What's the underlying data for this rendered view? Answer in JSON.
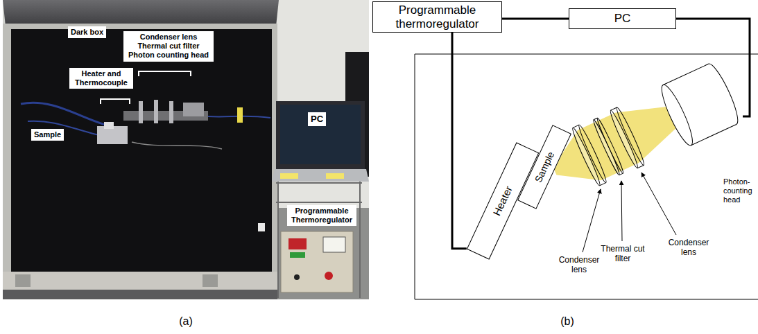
{
  "diagram": {
    "nodes": [
      {
        "text": [
          "Dark box"
        ]
      },
      {
        "text": [
          "Condenser lens Thermal cut filter Photon counting head"
        ]
      },
      {
        "text": [
          "Heater and Thermocouple"
        ]
      },
      {
        "text": [
          "PC"
        ]
      },
      {
        "text": [
          "Sample"
        ]
      },
      {
        "text": [
          "Programmable Thermoregulator"
        ]
      },
      {
        "text": [
          "Programmable thermoregulator"
        ]
      },
      {
        "text": [
          "PC"
        ]
      },
      {
        "text": [
          "Heater"
        ]
      },
      {
        "text": [
          "Sample"
        ]
      },
      {
        "text": [
          "Photon-counting head"
        ]
      }
    ],
    "edges": [
      {
        "from": 6,
        "to": 7,
        "arrow": "none"
      },
      {
        "from": 6,
        "to": 8,
        "arrow": "none"
      },
      {
        "from": 7,
        "to": 10,
        "arrow": "none"
      }
    ],
    "labels": [
      "Condenser lens",
      "Thermal cut filter",
      "Condenser lens",
      "(a)",
      "(b)"
    ]
  }
}
